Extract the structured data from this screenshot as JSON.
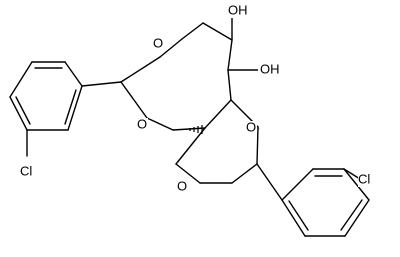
{
  "molecule": {
    "atom_labels": {
      "oh_top": "OH",
      "oh_mid": "OH",
      "o_ring_upper_left": "O",
      "o_ring_lower_left": "O",
      "o_ring_right_upper": "O",
      "o_ring_bottom": "O",
      "cl_left": "Cl",
      "cl_right": "Cl"
    }
  }
}
